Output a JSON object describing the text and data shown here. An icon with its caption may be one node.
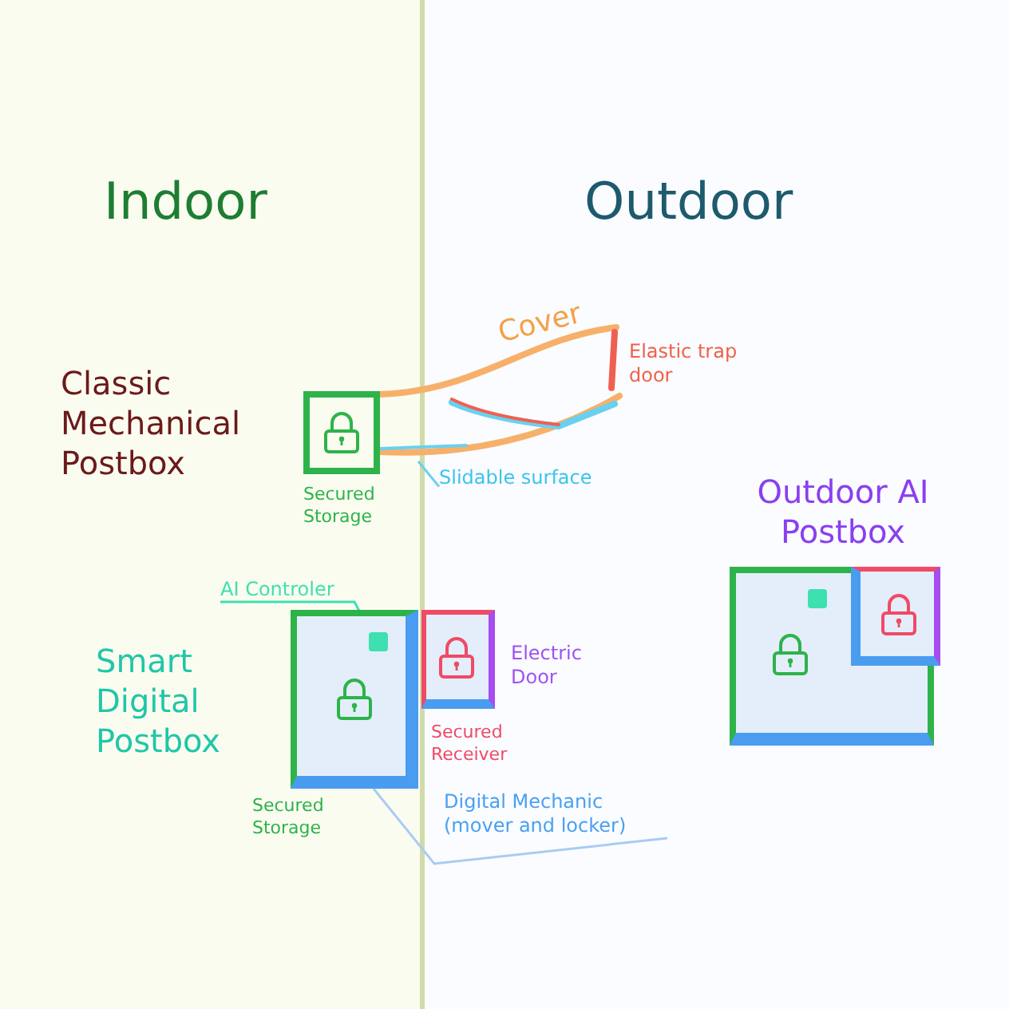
{
  "diagram": {
    "nodes": [
      {
        "text": [],
        "shape": "box",
        "beside": [
          "Secured Storage"
        ]
      },
      {
        "text": [
          "Slidable surface"
        ]
      },
      {
        "text": [],
        "shape": "box",
        "beside": [
          "Secured Storage"
        ]
      },
      {
        "text": [],
        "shape": "box",
        "beside": [
          "Secured Receiver"
        ]
      },
      {
        "text": [
          "AI Controler"
        ]
      },
      {
        "text": [],
        "shape": "box",
        "in": 2
      },
      {
        "text": [
          "Digital Mechanic (mover and locker)"
        ]
      },
      {
        "text": [],
        "shape": "box"
      },
      {
        "text": [],
        "shape": "box",
        "in": 7
      },
      {
        "text": [],
        "shape": "box",
        "in": 7
      }
    ],
    "edges": [
      {
        "from": 1,
        "to": null,
        "arrow": "none"
      },
      {
        "from": 4,
        "to": 5,
        "arrow": "none"
      },
      {
        "from": 6,
        "to": 2,
        "arrow": "none"
      }
    ],
    "labels": [
      "Indoor",
      "Outdoor",
      "Classic Mechanical Postbox",
      "Cover",
      "Elastic trap door",
      "Smart Digital Postbox",
      "Electric Door",
      "Outdoor AI Postbox"
    ]
  }
}
